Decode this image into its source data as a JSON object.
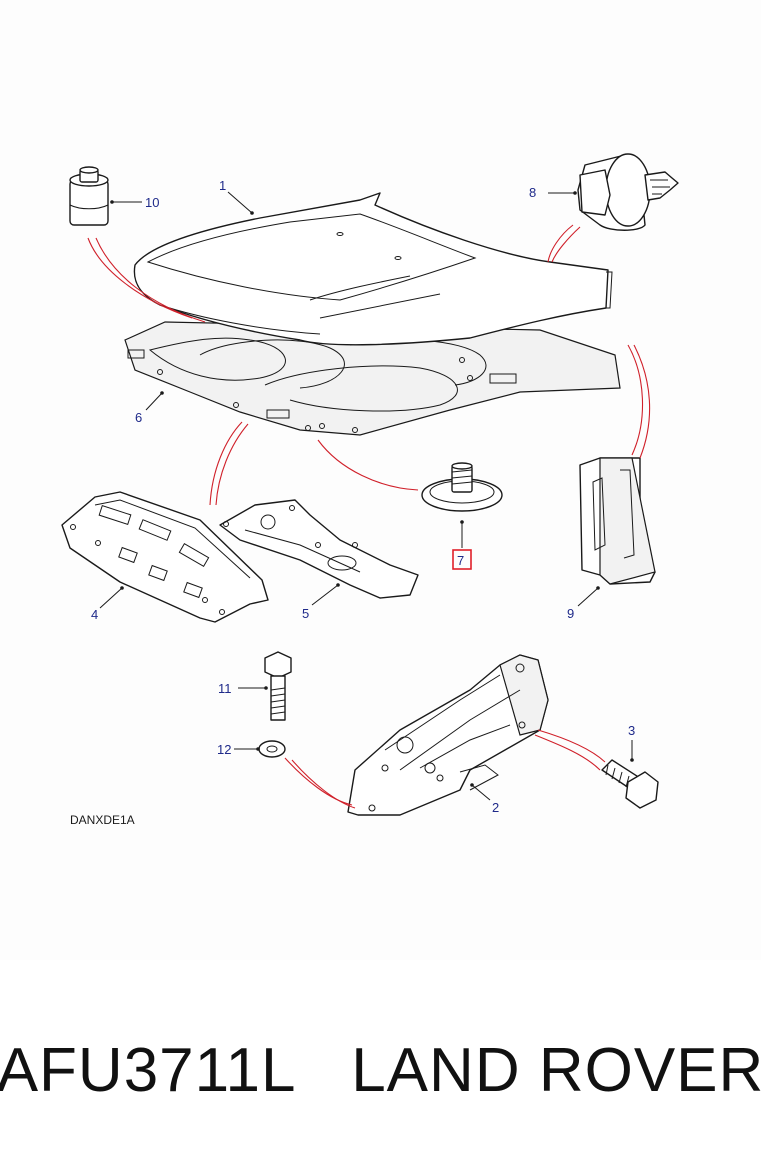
{
  "diagram": {
    "reference_code": "DANXDE1A",
    "callouts": {
      "c1": "1",
      "c2": "2",
      "c3": "3",
      "c4": "4",
      "c5": "5",
      "c6": "6",
      "c7": "7",
      "c8": "8",
      "c9": "9",
      "c10": "10",
      "c11": "11",
      "c12": "12"
    },
    "highlighted_callout": "7",
    "colors": {
      "callout_text": "#1f2a8a",
      "link_lines": "#d0202a",
      "highlight_box": "#e0202a",
      "line_art": "#1a1a1a"
    }
  },
  "footer": {
    "part_number": "AFU3711L",
    "brand": "LAND ROVER"
  }
}
